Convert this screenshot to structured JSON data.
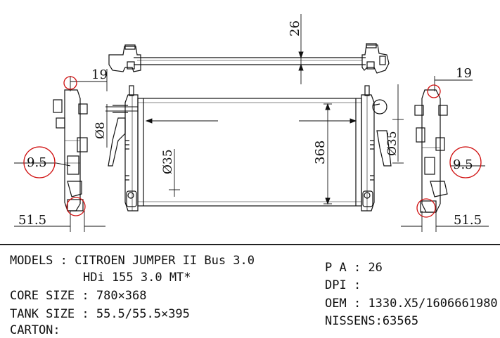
{
  "drawing": {
    "dim_top_bracket": "26",
    "dim_left_top": "19",
    "dim_right_top": "19",
    "dim_left_pipe": "Ø8",
    "dim_left_circle": "9.5",
    "dim_right_circle": "9.5",
    "dim_left_bottom": "51.5",
    "dim_right_bottom": "51.5",
    "dim_core_inlet": "Ø35",
    "dim_core_height": "368",
    "dim_right_outlet": "Ø35",
    "accent_color": "#d01010"
  },
  "specs": {
    "models_label": "MODELS",
    "models_value": "CITROEN JUMPER II Bus 3.0",
    "models_value2": "HDi 155 3.0 MT*",
    "core_label": "CORE SIZE",
    "core_value": "780×368",
    "tank_label": "TANK SIZE",
    "tank_value": "55.5/55.5×395",
    "carton_label": "CARTON:",
    "pa_label": "P A",
    "pa_value": "26",
    "dpi_label": "DPI",
    "dpi_value": "",
    "oem_label": "OEM",
    "oem_value": "1330.X5/1606661980",
    "nissens_label": "NISSENS:",
    "nissens_value": "63565"
  }
}
